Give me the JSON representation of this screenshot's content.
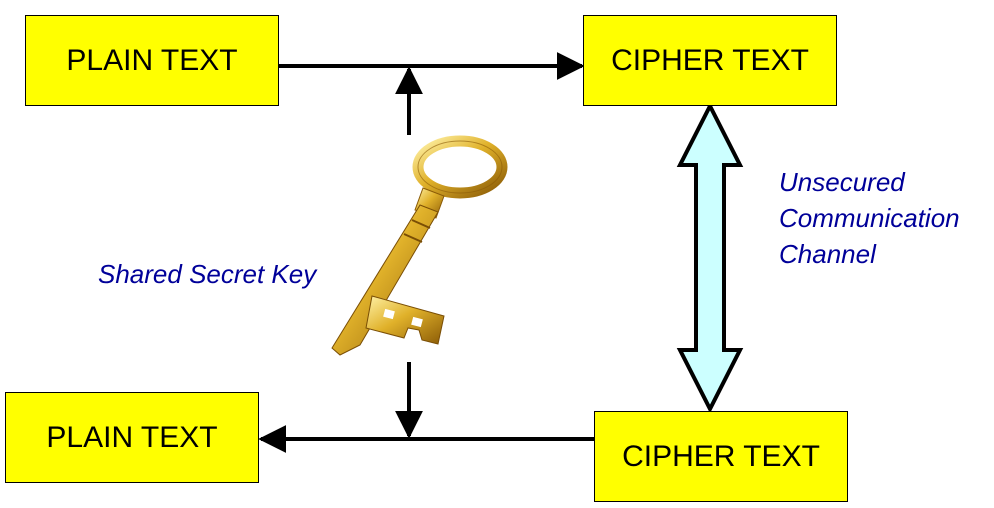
{
  "colors": {
    "box_fill": "#ffff00",
    "label_text": "#000099",
    "channel_arrow_fill": "#ccffff",
    "key_gold": "#c8991c"
  },
  "boxes": {
    "plain_top": "PLAIN TEXT",
    "cipher_top": "CIPHER TEXT",
    "plain_bottom": "PLAIN TEXT",
    "cipher_bottom": "CIPHER TEXT"
  },
  "labels": {
    "shared_key": "Shared Secret Key",
    "channel_line1": "Unsecured",
    "channel_line2": "Communication",
    "channel_line3": "Channel"
  },
  "icons": {
    "key": "golden-skeleton-key-icon"
  }
}
